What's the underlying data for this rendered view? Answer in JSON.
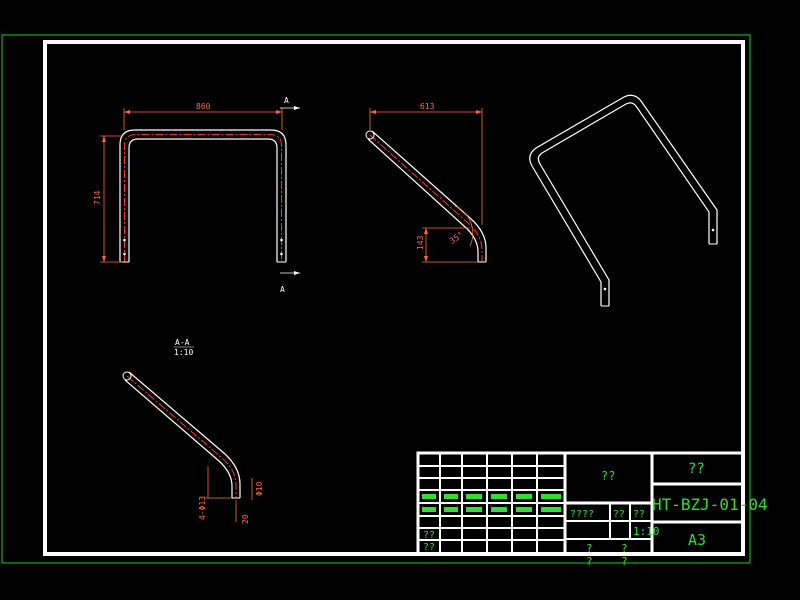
{
  "colors": {
    "background": "#000000",
    "outer_border": "#22cc22",
    "frame": "#ffffff",
    "part_outline": "#ffffff",
    "centerline": "#ff3333",
    "dimension": "#ff6a3a",
    "title_text": "#33dd33"
  },
  "front_view": {
    "width_dim": "860",
    "height_dim": "714",
    "section_mark_top": "A",
    "section_mark_bottom": "A"
  },
  "side_view": {
    "width_dim": "613",
    "height_dim": "143",
    "angle_dim": "35°"
  },
  "section_view": {
    "label": "A-A",
    "scale": "1:10",
    "dims": [
      "Φ10",
      "4-Φ13",
      "20"
    ]
  },
  "title_block": {
    "name": "??",
    "company": "??",
    "drawing_no": "HT-BZJ-01-04",
    "sheet_size": "A3",
    "scale": "1:10",
    "row_labels": [
      "????",
      "??",
      "??"
    ],
    "small_marks": [
      "?",
      "?",
      "?",
      "?"
    ],
    "left_cells": [
      "??",
      "??"
    ]
  }
}
